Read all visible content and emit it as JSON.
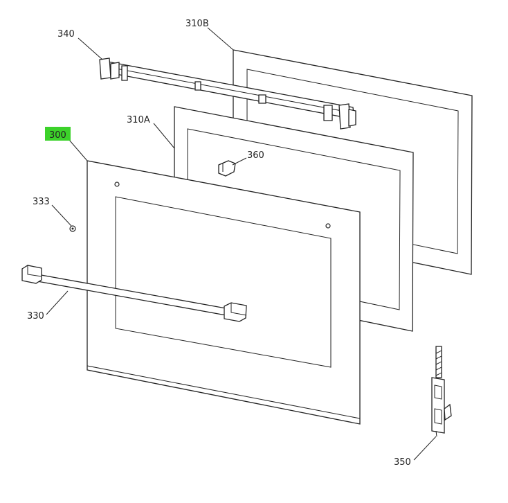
{
  "callouts": {
    "c340": "340",
    "c310b": "310B",
    "c310a": "310A",
    "c300": "300",
    "c360": "360",
    "c333": "333",
    "c330": "330",
    "c350": "350"
  },
  "colors": {
    "highlight": "#3cd22a",
    "line": "#222222"
  }
}
